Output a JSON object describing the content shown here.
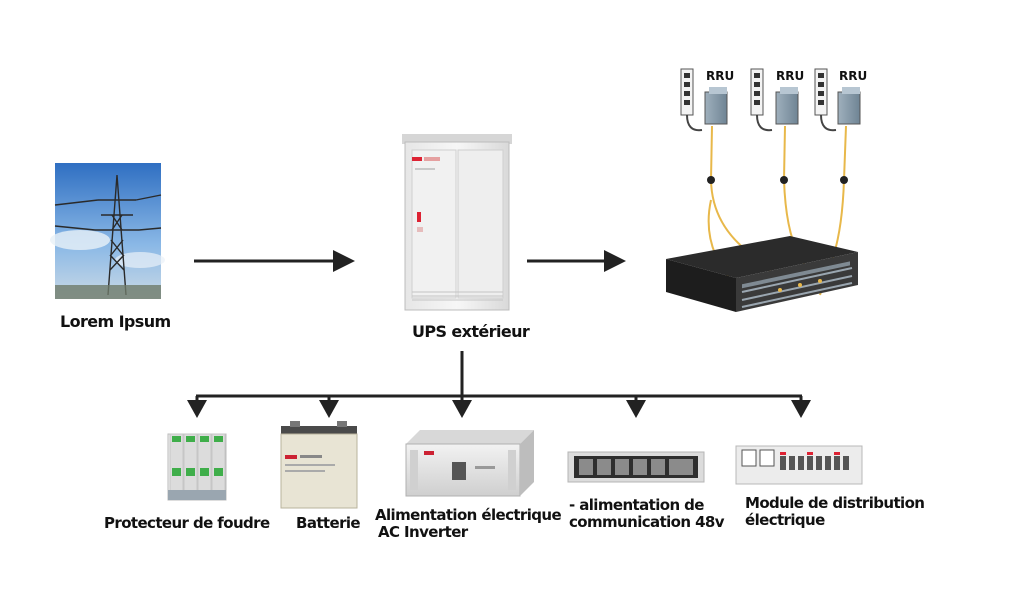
{
  "nodes": {
    "source": {
      "label": "Lorem Ipsum",
      "icon": "power-pylon-photo"
    },
    "ups": {
      "label": "UPS extérieur",
      "icon": "outdoor-ups-cabinet"
    },
    "rru": {
      "labels": [
        "RRU",
        "RRU",
        "RRU"
      ],
      "icon": "rru-unit"
    },
    "bbu": {
      "icon": "rack-network-unit"
    }
  },
  "components": [
    {
      "lines": [
        "Protecteur de foudre"
      ],
      "icon": "surge-protector"
    },
    {
      "lines": [
        "Batterie"
      ],
      "icon": "battery"
    },
    {
      "lines": [
        "Alimentation électrique",
        "AC Inverter"
      ],
      "icon": "rack-inverter"
    },
    {
      "lines": [
        "- alimentation de",
        "communication 48v"
      ],
      "icon": "rack-48v-power"
    },
    {
      "lines": [
        "Module de distribution",
        "électrique"
      ],
      "icon": "distribution-module"
    }
  ],
  "colors": {
    "arrow": "#222222",
    "fiber": "#e8b84a",
    "sky": "#3f7fc9"
  }
}
